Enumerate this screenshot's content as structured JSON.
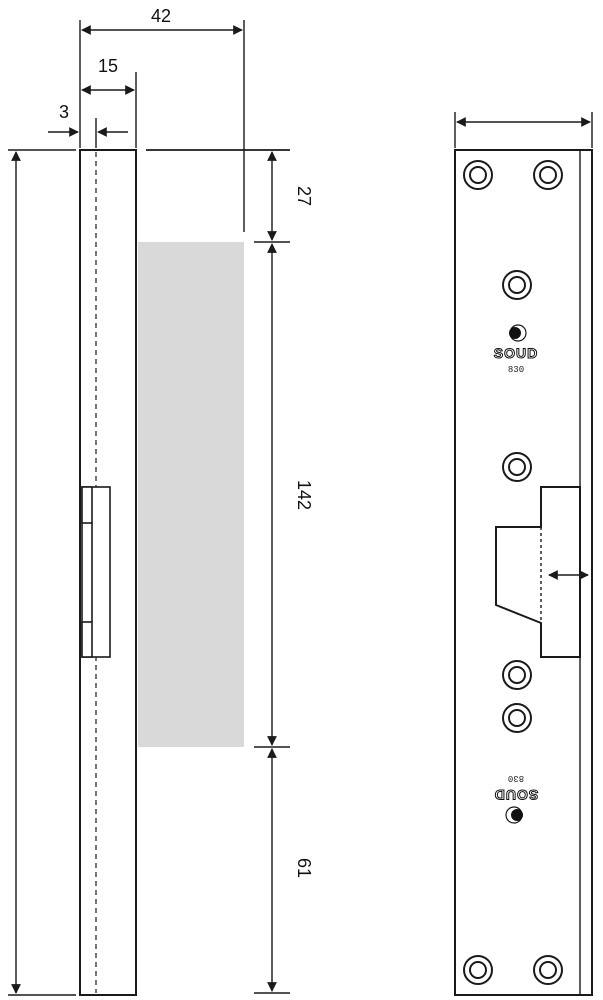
{
  "dimensions": {
    "overall_width": "42",
    "faceplate_width": "15",
    "offset": "3",
    "top_gap": "27",
    "latch_height": "142",
    "bottom_gap": "61"
  },
  "front_view": {
    "brand_top": "SOUD",
    "model_top": "830",
    "brand_bottom": "SOUD",
    "model_bottom": "830"
  },
  "colors": {
    "line": "#1a1a1a",
    "shade": "#d9d9d9",
    "background": "#ffffff"
  }
}
